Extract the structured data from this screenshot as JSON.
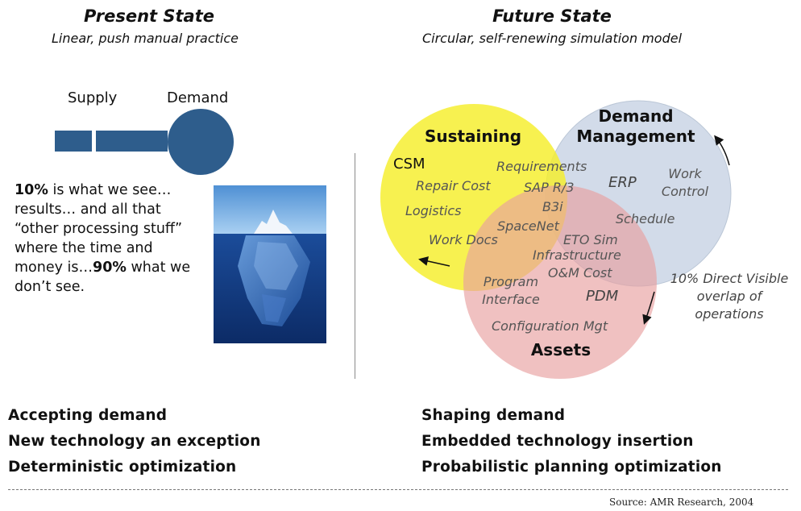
{
  "present": {
    "title": "Present State",
    "subtitle": "Linear, push manual practice",
    "supply_label": "Supply",
    "demand_label": "Demand",
    "para": {
      "p1_bold": "10%",
      "p1_rest": " is what we see…results… and all that “other processing stuff” where the time and money is…",
      "p2_bold": "90%",
      "p2_rest": " what we don’t see."
    },
    "bottom": [
      "Accepting demand",
      "New technology an exception",
      "Deterministic optimization"
    ]
  },
  "future": {
    "title": "Future State",
    "subtitle": "Circular, self-renewing simulation model",
    "circles": {
      "sustaining": "Sustaining",
      "demand_management_1": "Demand",
      "demand_management_2": "Management",
      "assets": "Assets"
    },
    "labels": {
      "csm": "CSM",
      "repair_cost": "Repair Cost",
      "logistics": "Logistics",
      "work_docs": "Work Docs",
      "requirements": "Requirements",
      "sap": "SAP R/3",
      "b3i": "B3i",
      "spacenet": "SpaceNet",
      "eto_sim": "ETO Sim",
      "infrastructure": "Infrastructure",
      "om_cost": "O&M Cost",
      "erp": "ERP",
      "work_control_1": "Work",
      "work_control_2": "Control",
      "schedule": "Schedule",
      "program_interface_1": "Program",
      "program_interface_2": "Interface",
      "pdm": "PDM",
      "configuration_mgt": "Configuration Mgt"
    },
    "note": [
      "10% Direct Visible",
      "overlap of",
      "operations"
    ],
    "bottom": [
      "Shaping demand",
      "Embedded technology insertion",
      "Probabilistic planning optimization"
    ]
  },
  "source": "Source: AMR Research, 2004",
  "colors": {
    "sustaining": "#f5ee2a",
    "demand_management": "#c7d3e4",
    "assets": "#e8a0a0",
    "chain_blue": "#2e5d8c"
  }
}
